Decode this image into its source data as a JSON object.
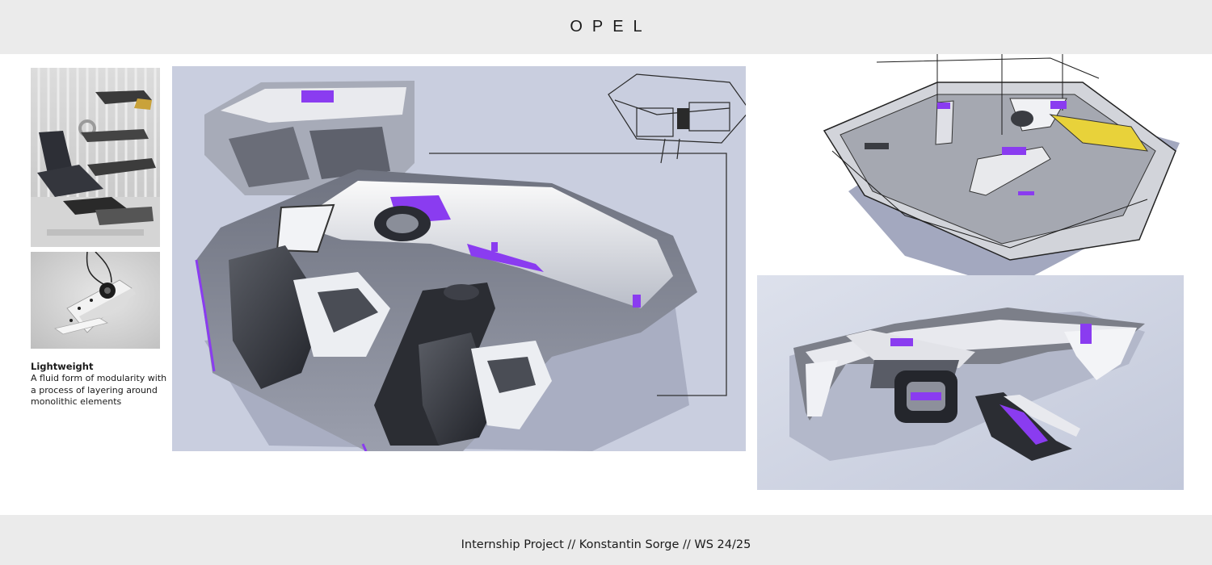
{
  "header": {
    "brand": "OPEL"
  },
  "caption": {
    "title": "Lightweight",
    "body": "A fluid form of modularity with a process of layering around monolithic elements"
  },
  "footer": {
    "credit": "Internship Project // Konstantin Sorge // WS 24/25"
  },
  "colors": {
    "bar_gray": "#ebebeb",
    "accent_purple": "#8a3cf0",
    "panel_blue": "#c9cedf",
    "accent_yellow": "#e8d23a"
  },
  "images": [
    "modular-seat-model-photo",
    "suspended-steering-model-photo",
    "main-interior-render-sketch",
    "interior-perspective-sketch",
    "cockpit-dashboard-sketch"
  ]
}
